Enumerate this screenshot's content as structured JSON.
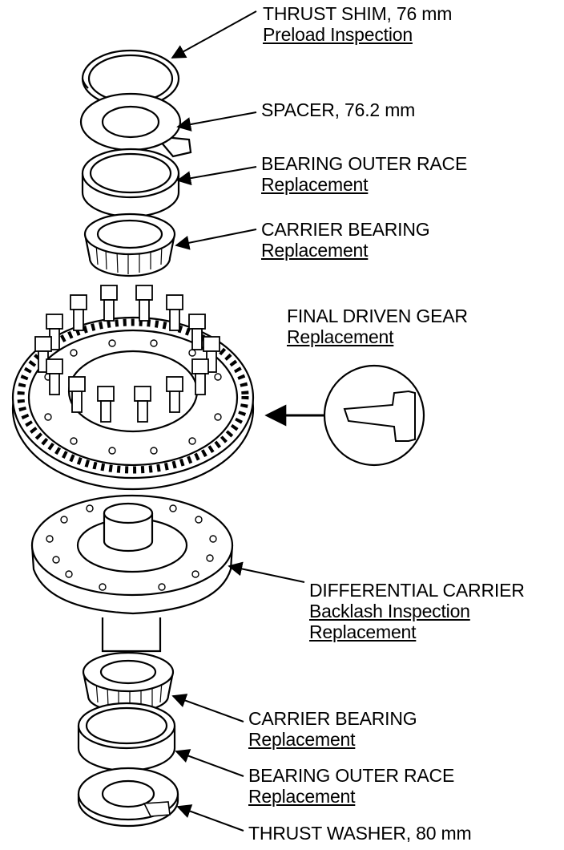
{
  "labels": {
    "thrust_shim": {
      "title": "THRUST SHIM, 76 mm",
      "action": "Preload Inspection"
    },
    "spacer": {
      "title": "SPACER, 76.2 mm"
    },
    "bearing_outer_race_top": {
      "title": "BEARING OUTER RACE",
      "action": "Replacement"
    },
    "carrier_bearing_top": {
      "title": "CARRIER BEARING",
      "action": "Replacement"
    },
    "final_driven_gear": {
      "title": "FINAL DRIVEN GEAR",
      "action": "Replacement"
    },
    "differential_carrier": {
      "title": "DIFFERENTIAL CARRIER",
      "action_1": "Backlash Inspection",
      "action_2": "Replacement"
    },
    "carrier_bearing_bottom": {
      "title": "CARRIER BEARING",
      "action": "Replacement"
    },
    "bearing_outer_race_bottom": {
      "title": "BEARING OUTER RACE",
      "action": "Replacement"
    },
    "thrust_washer": {
      "title": "THRUST WASHER, 80 mm"
    }
  },
  "colors": {
    "line": "#000000",
    "background": "#ffffff"
  }
}
